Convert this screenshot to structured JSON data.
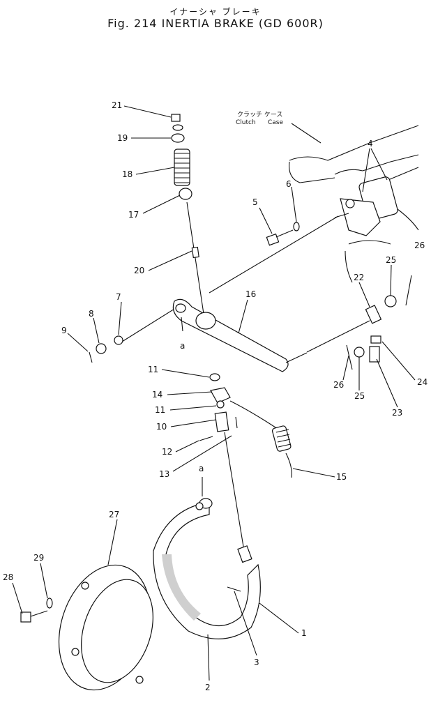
{
  "title": {
    "japanese": "イナーシャ ブレーキ",
    "main": "Fig. 214 INERTIA BRAKE (GD 600R)"
  },
  "labels": {
    "clutch_case_jp": "クラッチ ケース",
    "clutch": "Clutch",
    "case": "Case",
    "a": "a"
  },
  "callouts": [
    "21",
    "19",
    "18",
    "17",
    "20",
    "5",
    "6",
    "4",
    "7",
    "8",
    "9",
    "16",
    "22",
    "25",
    "26",
    "11",
    "14",
    "10",
    "12",
    "13",
    "15",
    "24",
    "23",
    "27",
    "29",
    "28",
    "1",
    "2",
    "3"
  ]
}
